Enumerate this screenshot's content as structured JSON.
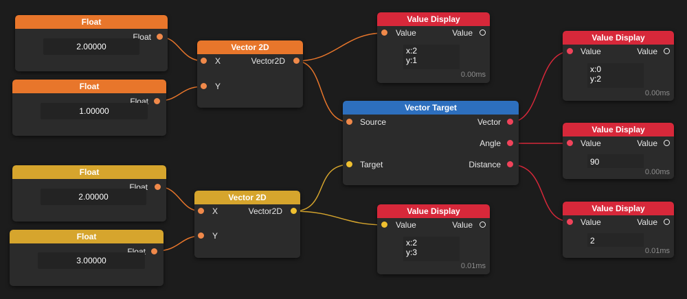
{
  "colors": {
    "background": "#1c1c1c",
    "float_header_orange": "#e8762b",
    "float_header_yellow": "#d6a52d",
    "display_header_red": "#d7283a",
    "vector_target_header_blue": "#2d6fbe",
    "wire_orange": "#e8762b",
    "wire_yellow": "#d6a52d",
    "wire_red": "#d7283a"
  },
  "float_nodes": [
    {
      "title": "Float",
      "port_label": "Float",
      "value": "2.00000"
    },
    {
      "title": "Float",
      "port_label": "Float",
      "value": "1.00000"
    },
    {
      "title": "Float",
      "port_label": "Float",
      "value": "2.00000"
    },
    {
      "title": "Float",
      "port_label": "Float",
      "value": "3.00000"
    }
  ],
  "vector2d_nodes": [
    {
      "title": "Vector 2D",
      "input_x": "X",
      "input_y": "Y",
      "output": "Vector2D"
    },
    {
      "title": "Vector 2D",
      "input_x": "X",
      "input_y": "Y",
      "output": "Vector2D"
    }
  ],
  "vector_target": {
    "title": "Vector Target",
    "input_source": "Source",
    "input_target": "Target",
    "output_vector": "Vector",
    "output_angle": "Angle",
    "output_distance": "Distance"
  },
  "value_displays": [
    {
      "title": "Value Display",
      "input": "Value",
      "output": "Value",
      "line1": "x:2",
      "line2": "y:1",
      "time": "0.00ms"
    },
    {
      "title": "Value Display",
      "input": "Value",
      "output": "Value",
      "line1": "x:2",
      "line2": "y:3",
      "time": "0.01ms"
    },
    {
      "title": "Value Display",
      "input": "Value",
      "output": "Value",
      "line1": "x:0",
      "line2": "y:2",
      "time": "0.00ms"
    },
    {
      "title": "Value Display",
      "input": "Value",
      "output": "Value",
      "line1": "90",
      "line2": "",
      "time": "0.00ms"
    },
    {
      "title": "Value Display",
      "input": "Value",
      "output": "Value",
      "line1": "2",
      "line2": "",
      "time": "0.01ms"
    }
  ]
}
